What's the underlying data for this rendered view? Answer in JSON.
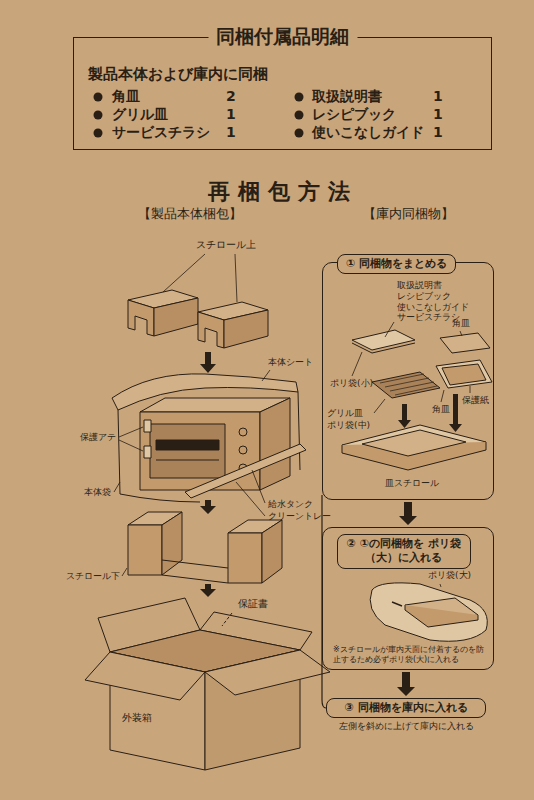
{
  "diagram": {
    "title": "再梱包方法",
    "nodes": [
      {
        "text": [
          "同梱付属品明細",
          "製品本体および庫内に同梱"
        ]
      },
      {
        "text": [
          "① 同梱物をまとめる"
        ]
      },
      {
        "text": [
          "② ①の同梱物を ポリ袋（大）に入れる"
        ]
      },
      {
        "text": [
          "③ 同梱物を庫内に入れる",
          "左側を斜めに上げて庫内に入れる"
        ]
      }
    ],
    "edges": [
      {
        "from": 1,
        "to": 2,
        "arrow": "to"
      },
      {
        "from": 2,
        "to": 3,
        "arrow": "to"
      }
    ],
    "labels": [
      "角皿",
      "2",
      "取扱説明書",
      "1",
      "グリル皿",
      "1",
      "レシピブック",
      "1",
      "サービスチラシ",
      "1",
      "使いこなしガイド",
      "1",
      "【製品本体梱包】",
      "【庫内同梱物】",
      "スチロール上",
      "本体シート",
      "保護アテ",
      "本体袋",
      "給水タンク",
      "クリーントレー",
      "スチロール下",
      "保証書",
      "外装箱",
      "取扱説明書 レシピブック 使いこなしガイド サービスチラシ",
      "角皿",
      "ポリ袋(小)",
      "保護紙",
      "グリル皿",
      "ポリ袋(中)",
      "角皿",
      "皿スチロール",
      "ポリ袋(大)",
      "※スチロールが庫内天面に付着するのを防止するため必ずポリ袋(大)に入れる"
    ]
  }
}
